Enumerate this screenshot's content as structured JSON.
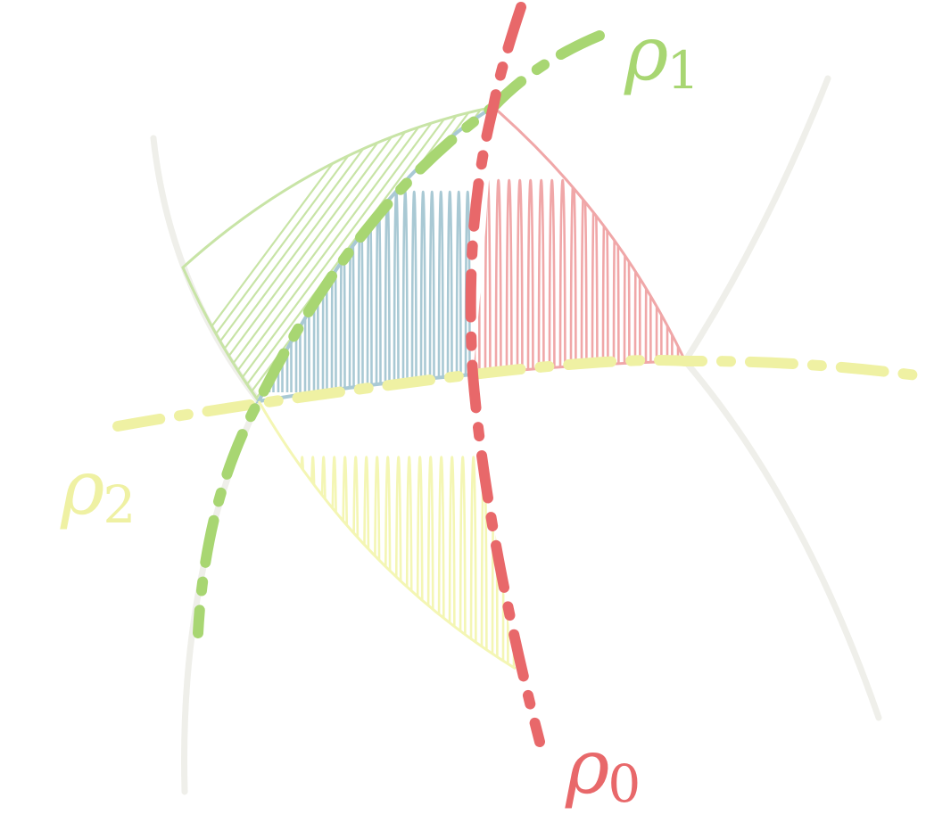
{
  "labels": {
    "rho1": {
      "symbol": "ρ",
      "subscript": "1"
    },
    "rho2": {
      "symbol": "ρ",
      "subscript": "2"
    },
    "rho0": {
      "symbol": "ρ",
      "subscript": "0"
    }
  },
  "colors": {
    "rho0": "#e8686a",
    "rho1": "#a8d672",
    "rho2": "#eff1a3",
    "rho0_fill": "#f0a7a8",
    "rho1_fill": "#c8e4a6",
    "rho2_fill": "#f4f6b4",
    "cell_fill": "#a9c9d4",
    "background_curve": "#efefea"
  }
}
